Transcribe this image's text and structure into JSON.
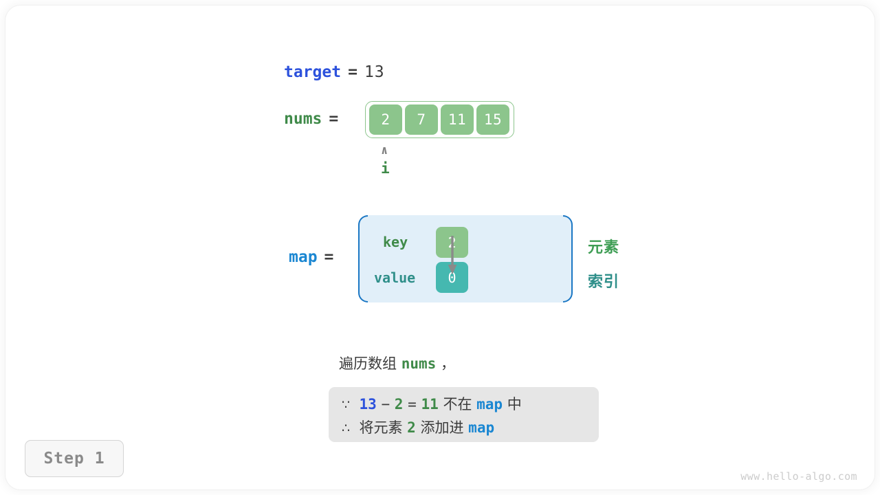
{
  "variables": {
    "target": {
      "name": "target",
      "equals": "=",
      "value": "13"
    },
    "nums": {
      "name": "nums",
      "equals": "=",
      "cells": [
        "2",
        "7",
        "11",
        "15"
      ]
    },
    "map": {
      "name": "map",
      "equals": "="
    }
  },
  "pointer": {
    "caret": "∧",
    "label": "i"
  },
  "map_table": {
    "key_label": "key",
    "value_label": "value",
    "key_cell": "2",
    "value_cell": "0",
    "side_labels": {
      "element": "元素",
      "index": "索引"
    }
  },
  "caption": {
    "prefix": "遍历数组 ",
    "code": "nums",
    "suffix": " ，"
  },
  "note": {
    "line1": {
      "because_symbol": "∵",
      "a": "13",
      "minus": "−",
      "b": "2",
      "eq": "=",
      "c": "11",
      "text1": "不在",
      "map": "map",
      "text2": "中"
    },
    "line2": {
      "therefore_symbol": "∴",
      "text1": "将元素",
      "num": "2",
      "text2": "添加进",
      "map": "map"
    }
  },
  "step_badge": "Step 1",
  "watermark": "www.hello-algo.com",
  "colors": {
    "green": "#8cc58c",
    "green_text": "#3f8a49",
    "teal": "#45b8b0",
    "teal_text": "#2f8f8a",
    "blue_light": "#1b87d2",
    "blue_royal": "#2d52dc",
    "map_bg": "#e1eff9",
    "map_border": "#1b77c4",
    "note_bg": "#e6e6e6",
    "gray_text": "#3c3c3c",
    "badge_text": "#8a8a8a",
    "watermark": "#cccccc"
  }
}
